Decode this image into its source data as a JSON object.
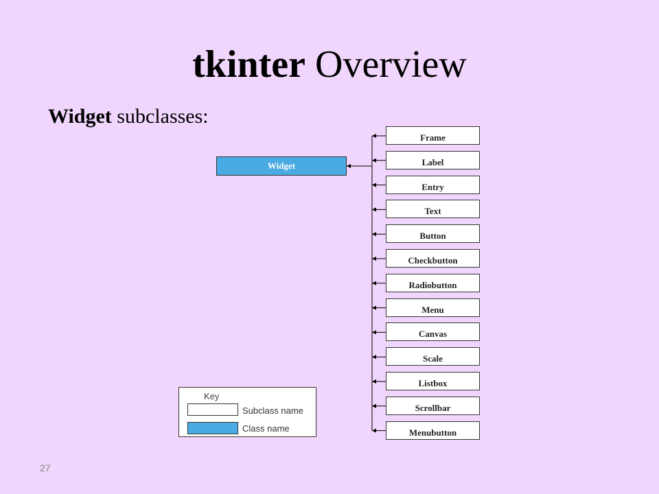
{
  "title": {
    "bold_part": "tkinter",
    "rest": "Overview"
  },
  "subtitle": {
    "bold_part": "Widget",
    "rest": "subclasses:"
  },
  "diagram": {
    "parent_class": "Widget",
    "subclasses": [
      "Frame",
      "Label",
      "Entry",
      "Text",
      "Button",
      "Checkbutton",
      "Radiobutton",
      "Menu",
      "Canvas",
      "Scale",
      "Listbox",
      "Scrollbar",
      "Menubutton"
    ]
  },
  "key": {
    "title": "Key",
    "subclass_label": "Subclass name",
    "class_label": "Class name"
  },
  "colors": {
    "background": "#f0d5fc",
    "class_fill": "#4aabe3",
    "subclass_fill": "#ffffff"
  },
  "slide_number": "27"
}
